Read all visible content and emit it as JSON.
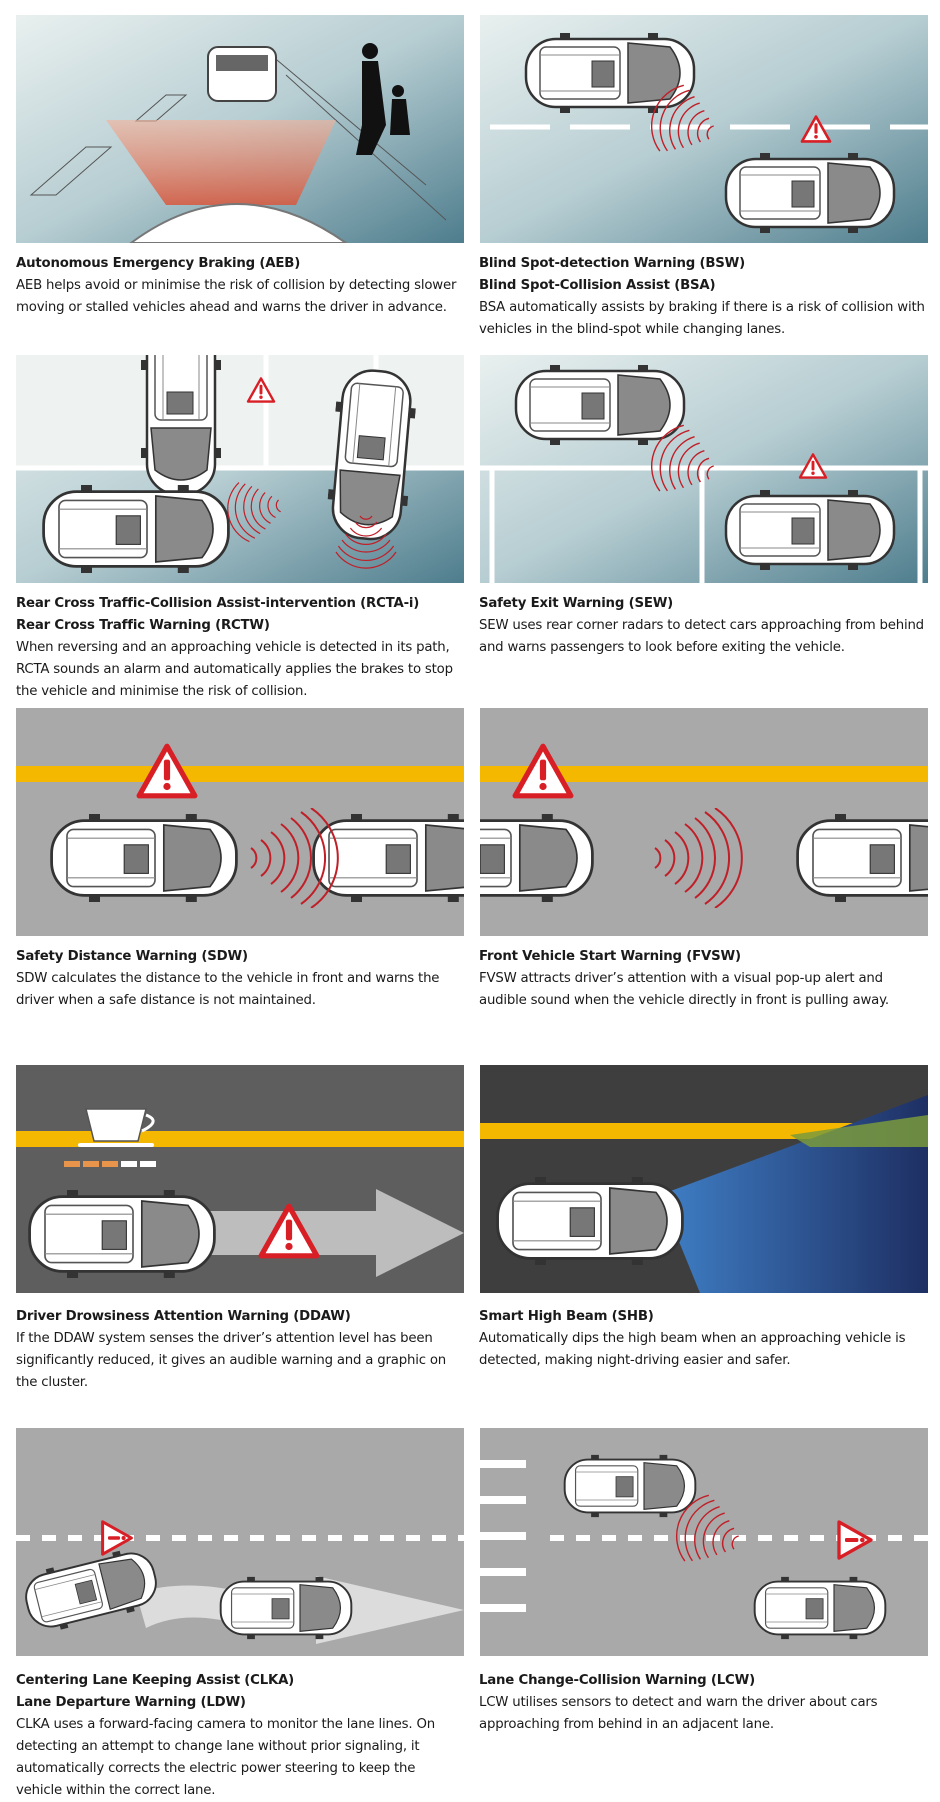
{
  "features": [
    {
      "id": "aeb",
      "titles": [
        "Autonomous Emergency Braking (AEB)"
      ],
      "desc": "AEB helps avoid or minimise the risk of collision by detecting slower moving or stalled vehicles ahead and warns the driver in advance."
    },
    {
      "id": "bsw",
      "titles": [
        "Blind Spot-detection Warning (BSW)",
        "Blind Spot-Collision Assist (BSA)"
      ],
      "desc": "BSA automatically assists by braking if there is a risk of collision with vehicles in the blind-spot while changing lanes."
    },
    {
      "id": "rcta",
      "titles": [
        "Rear Cross Traffic-Collision Assist-intervention (RCTA-i)",
        "Rear Cross Traffic Warning (RCTW)"
      ],
      "desc": "When reversing and an approaching vehicle is detected in its path, RCTA sounds an alarm and automatically applies the brakes to stop the vehicle and minimise the risk of collision."
    },
    {
      "id": "sew",
      "titles": [
        "Safety Exit Warning (SEW)"
      ],
      "desc": "SEW uses rear corner radars to detect cars approaching from behind and warns passengers to look before exiting the vehicle."
    },
    {
      "id": "sdw",
      "titles": [
        "Safety Distance Warning (SDW)"
      ],
      "desc": "SDW calculates the distance to the vehicle in front and warns the driver when a safe distance is not maintained."
    },
    {
      "id": "fvsw",
      "titles": [
        "Front Vehicle Start Warning (FVSW)"
      ],
      "desc": "FVSW attracts driver’s attention with a visual pop-up alert and audible sound when the vehicle directly in front is pulling away."
    },
    {
      "id": "ddaw",
      "titles": [
        "Driver Drowsiness Attention Warning (DDAW)"
      ],
      "desc": "If the DDAW system senses the driver’s attention level has been significantly reduced, it gives an audible warning and a graphic on the cluster."
    },
    {
      "id": "shb",
      "titles": [
        "Smart High Beam (SHB)"
      ],
      "desc": "Automatically dips the high beam when an approaching vehicle is detected, making night-driving easier and safer."
    },
    {
      "id": "clka",
      "titles": [
        "Centering Lane Keeping Assist (CLKA)",
        "Lane Departure Warning (LDW)"
      ],
      "desc": "CLKA uses a forward-facing camera to monitor the lane lines. On detecting an attempt to change lane without prior signaling, it automatically corrects the electric power steering to keep the vehicle within the correct lane."
    },
    {
      "id": "lcw",
      "titles": [
        "Lane Change-Collision Warning (LCW)"
      ],
      "desc": "LCW utilises sensors to detect and warn the driver about cars approaching from behind in an adjacent lane."
    }
  ],
  "colors": {
    "warning_red": "#d81f26",
    "lane_yellow": "#f5b800",
    "road_grey": "#a9a9a9",
    "dark_road": "#5e5e5e",
    "sky_teal": "#7fa7b3",
    "beam_blue": "#2a4f8f",
    "radar_orange": "#e8846a"
  },
  "icons": [
    "warning-triangle-icon",
    "coffee-cup-icon",
    "radar-wave-icon",
    "arrow-icon"
  ]
}
